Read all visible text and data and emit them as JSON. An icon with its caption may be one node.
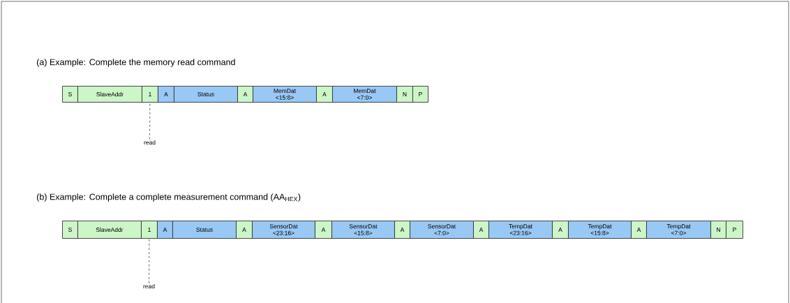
{
  "diagram": {
    "nodes": [
      {
        "text": [
          "S"
        ]
      },
      {
        "text": [
          "SlaveAddr"
        ]
      },
      {
        "text": [
          "1"
        ]
      },
      {
        "text": [
          "A"
        ]
      },
      {
        "text": [
          "Status"
        ]
      },
      {
        "text": [
          "A"
        ]
      },
      {
        "text": [
          "MemDat <15:8>"
        ]
      },
      {
        "text": [
          "A"
        ]
      },
      {
        "text": [
          "MemDat <7:0>"
        ]
      },
      {
        "text": [
          "N"
        ]
      },
      {
        "text": [
          "P"
        ]
      },
      {
        "text": [
          "read"
        ]
      },
      {
        "text": [
          "S"
        ]
      },
      {
        "text": [
          "SlaveAddr"
        ]
      },
      {
        "text": [
          "1"
        ]
      },
      {
        "text": [
          "A"
        ]
      },
      {
        "text": [
          "Status"
        ]
      },
      {
        "text": [
          "A"
        ]
      },
      {
        "text": [
          "SensorDat <23:16>"
        ]
      },
      {
        "text": [
          "A"
        ]
      },
      {
        "text": [
          "SensorDat <15:8>"
        ]
      },
      {
        "text": [
          "A"
        ]
      },
      {
        "text": [
          "SensorDat <7:0>"
        ]
      },
      {
        "text": [
          "A"
        ]
      },
      {
        "text": [
          "TempDat <23:16>"
        ]
      },
      {
        "text": [
          "A"
        ]
      },
      {
        "text": [
          "TempDat <15:8>"
        ]
      },
      {
        "text": [
          "A"
        ]
      },
      {
        "text": [
          "TempDat <7:0>"
        ]
      },
      {
        "text": [
          "N"
        ]
      },
      {
        "text": [
          "P"
        ]
      },
      {
        "text": [
          "read"
        ]
      }
    ],
    "edges": [
      {
        "from": 11,
        "to": 2,
        "arrow": "none",
        "style": "dashed"
      },
      {
        "from": 31,
        "to": 14,
        "arrow": "none",
        "style": "dashed"
      }
    ],
    "labels": [
      "(a) Example: Complete the memory read command",
      "(b) Example: Complete a complete measurement command (AA$_{HEX}$)"
    ]
  }
}
